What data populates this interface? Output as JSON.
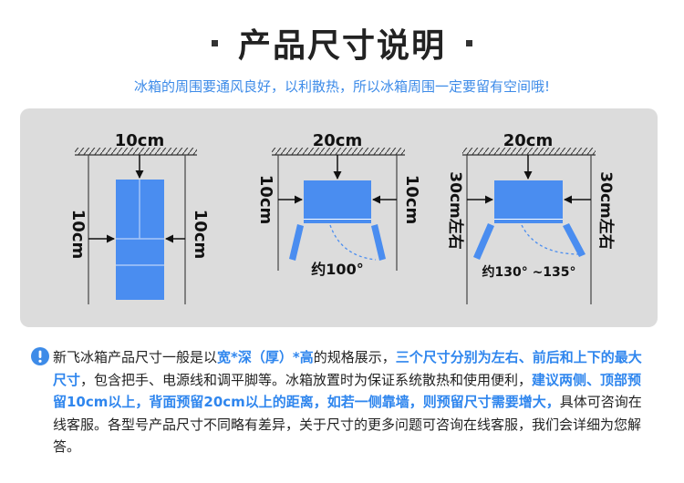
{
  "header": {
    "title": "产品尺寸说明",
    "subtitle": "冰箱的周围要通风良好，以利散热，所以冰箱周围一定要留有空间哦!"
  },
  "diagrams": {
    "d1": {
      "top": "10cm",
      "left": "10cm",
      "right": "10cm"
    },
    "d2": {
      "top": "20cm",
      "left": "10cm",
      "right": "10cm",
      "angle": "约100°"
    },
    "d3": {
      "top": "20cm",
      "left": "30cm左右",
      "right": "30cm左右",
      "angle": "约130° ~135°"
    }
  },
  "note": {
    "p1": "新飞冰箱产品尺寸一般是以",
    "h1": "宽*深（厚）*高",
    "p2": "的规格展示，",
    "h2": "三个尺寸分别为左右、前后和上下的最大尺寸",
    "p3": "，包含把手、电源线和调平脚等。冰箱放置时为保证系统散热和使用便利，",
    "h3": "建议两侧、顶部预留10cm以上，背面预留20cm以上的距离，如若一侧靠墙，则预留尺寸需要增大，",
    "p4": "具体可咨询在线客服。各型号产品尺寸不同略有差异，关于尺寸的更多问题可咨询在线客服，我们会详细为您解答。"
  },
  "colors": {
    "accent": "#3d8be8",
    "fridge": "#4a8df0",
    "panel": "#dcdcdc"
  },
  "icons": {
    "info": "exclamation-circle-icon"
  }
}
